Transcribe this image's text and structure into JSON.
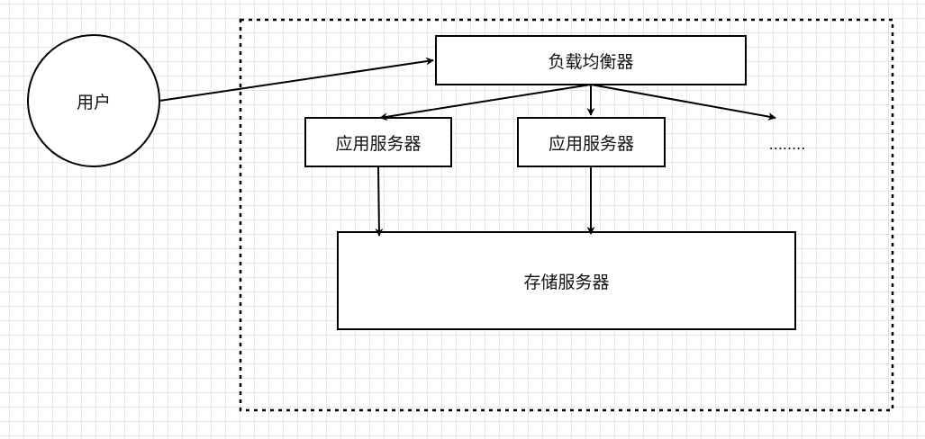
{
  "nodes": {
    "user": "用户",
    "load_balancer": "负载均衡器",
    "app_server_1": "应用服务器",
    "app_server_2": "应用服务器",
    "more": "........",
    "storage": "存储服务器"
  },
  "colors": {
    "stroke": "#000000",
    "fill": "#ffffff",
    "grid": "#e6e6e6"
  }
}
